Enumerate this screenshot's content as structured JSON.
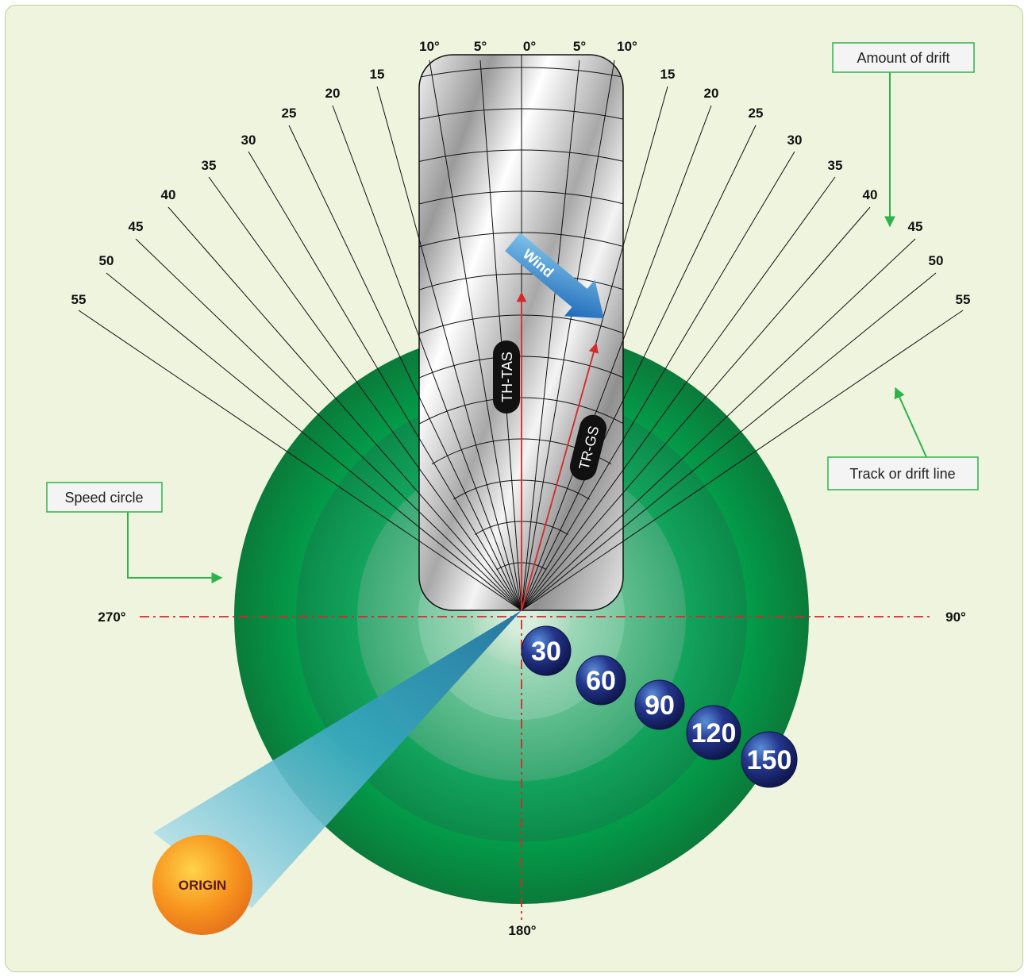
{
  "drift_labels": {
    "left": [
      "10°",
      "15",
      "20",
      "25",
      "30",
      "35",
      "40",
      "45",
      "50",
      "55"
    ],
    "right": [
      "10°",
      "15",
      "20",
      "25",
      "30",
      "35",
      "40",
      "45",
      "50",
      "55"
    ],
    "five_left": "5°",
    "five_right": "5°",
    "zero": "0°"
  },
  "direction_labels": {
    "west": "270°",
    "east": "90°",
    "south": "180°"
  },
  "callouts": {
    "amount_of_drift": "Amount of drift",
    "speed_circle": "Speed circle",
    "track_or_drift_line": "Track or drift line"
  },
  "vector_labels": {
    "th_tas": "TH-TAS",
    "tr_gs": "TR-GS",
    "wind": "Wind"
  },
  "origin_label": "ORIGIN",
  "speed_circles": [
    "30",
    "60",
    "90",
    "120",
    "150"
  ],
  "colors": {
    "background": "#eef4de",
    "callout_arrow": "#2db34a",
    "reference_line": "#d42a2a",
    "origin": "#f39a1e",
    "speed_ball": "#23307a"
  }
}
